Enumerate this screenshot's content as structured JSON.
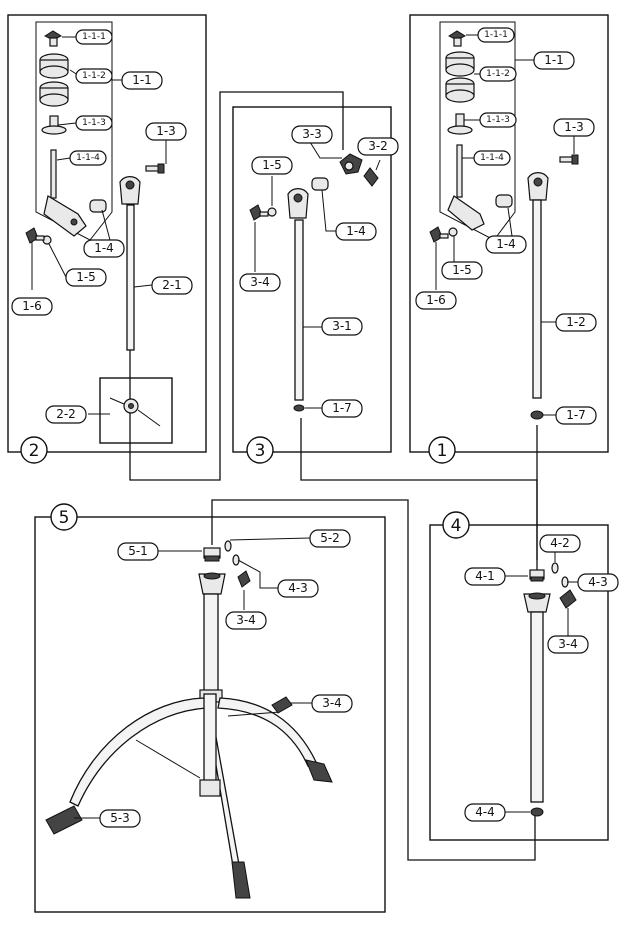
{
  "panels": [
    {
      "id": "2",
      "label": "2"
    },
    {
      "id": "3",
      "label": "3"
    },
    {
      "id": "1",
      "label": "1"
    },
    {
      "id": "5",
      "label": "5"
    },
    {
      "id": "4",
      "label": "4"
    }
  ],
  "callouts": {
    "p1": [
      "1-1-1",
      "1-1-2",
      "1-1-3",
      "1-1-4",
      "1-1",
      "1-3",
      "1-4",
      "1-5",
      "1-6",
      "1-2",
      "1-7"
    ],
    "p2": [
      "1-1-1",
      "1-1-2",
      "1-1-3",
      "1-1-4",
      "1-1",
      "1-3",
      "1-4",
      "1-5",
      "1-6",
      "2-1",
      "2-2"
    ],
    "p3": [
      "3-3",
      "3-2",
      "1-5",
      "1-4",
      "3-4",
      "3-1",
      "1-7"
    ],
    "p4": [
      "4-2",
      "4-1",
      "4-3",
      "3-4",
      "4-4"
    ],
    "p5": [
      "5-1",
      "5-2",
      "4-3",
      "3-4",
      "3-4",
      "5-3"
    ]
  }
}
